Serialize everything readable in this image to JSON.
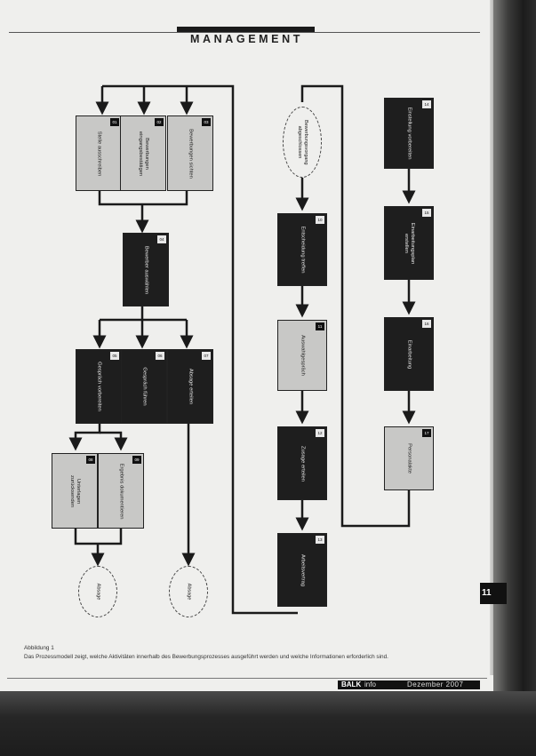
{
  "header": {
    "title": "MANAGEMENT"
  },
  "page_number": "11",
  "caption": {
    "label": "Abbildung 1",
    "text": "Das Prozessmodell zeigt, welche Aktivitäten innerhalb des Bewerbungsprozesses ausgeführt werden und welche Informationen erforderlich sind."
  },
  "footer": {
    "brand": "BALK",
    "brand_sub": "info",
    "date": "Dezember 2007"
  },
  "flow": {
    "boxes": [
      {
        "id": "b1",
        "label": "Stelle ausschreiben",
        "style": "light",
        "tag": "01"
      },
      {
        "id": "b2",
        "label": "Bewerbungen eingangsbestätigen",
        "style": "light",
        "tag": "02"
      },
      {
        "id": "b3",
        "label": "Bewerbungen sichten",
        "style": "light",
        "tag": "03"
      },
      {
        "id": "b4",
        "label": "Bewerber auswählen",
        "style": "dark",
        "tag": "04"
      },
      {
        "id": "b5",
        "label": "Gespräch vorbereiten",
        "style": "dark",
        "tag": "05"
      },
      {
        "id": "b6",
        "label": "Gespräch führen",
        "style": "dark",
        "tag": "06"
      },
      {
        "id": "b7",
        "label": "Absage erteilen",
        "style": "dark",
        "tag": "07"
      },
      {
        "id": "b8",
        "label": "Unterlagen zurücksenden",
        "style": "light",
        "tag": "08"
      },
      {
        "id": "b9",
        "label": "Ergebnis dokumentieren",
        "style": "light",
        "tag": "09"
      },
      {
        "id": "b10",
        "label": "Entscheidung treffen",
        "style": "dark",
        "tag": "10"
      },
      {
        "id": "b11",
        "label": "Auswahlgespräch",
        "style": "light",
        "tag": "11"
      },
      {
        "id": "b12",
        "label": "Zusage erteilen",
        "style": "dark",
        "tag": "12"
      },
      {
        "id": "b13",
        "label": "Arbeitsvertrag",
        "style": "dark",
        "tag": "13"
      },
      {
        "id": "b14",
        "label": "Einstellung vorbereiten",
        "style": "dark",
        "tag": "14"
      },
      {
        "id": "b15",
        "label": "Einarbeitungsplan erstellen",
        "style": "dark",
        "tag": "15"
      },
      {
        "id": "b16",
        "label": "Einarbeitung",
        "style": "dark",
        "tag": "16"
      },
      {
        "id": "b17",
        "label": "Personalakte",
        "style": "light",
        "tag": "17"
      }
    ],
    "ovals": [
      {
        "id": "o1",
        "label": "Absage"
      },
      {
        "id": "o2",
        "label": "Absage"
      },
      {
        "id": "o3",
        "label": "Bewerbungsvorgang abgeschlossen"
      }
    ]
  }
}
